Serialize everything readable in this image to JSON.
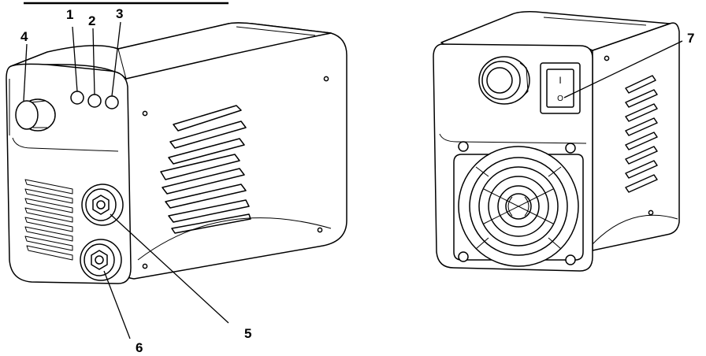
{
  "callouts": {
    "c1": "1",
    "c2": "2",
    "c3": "3",
    "c4": "4",
    "c5": "5",
    "c6": "6",
    "c7": "7"
  },
  "switch_marks": {
    "on": "I",
    "off": "O"
  }
}
